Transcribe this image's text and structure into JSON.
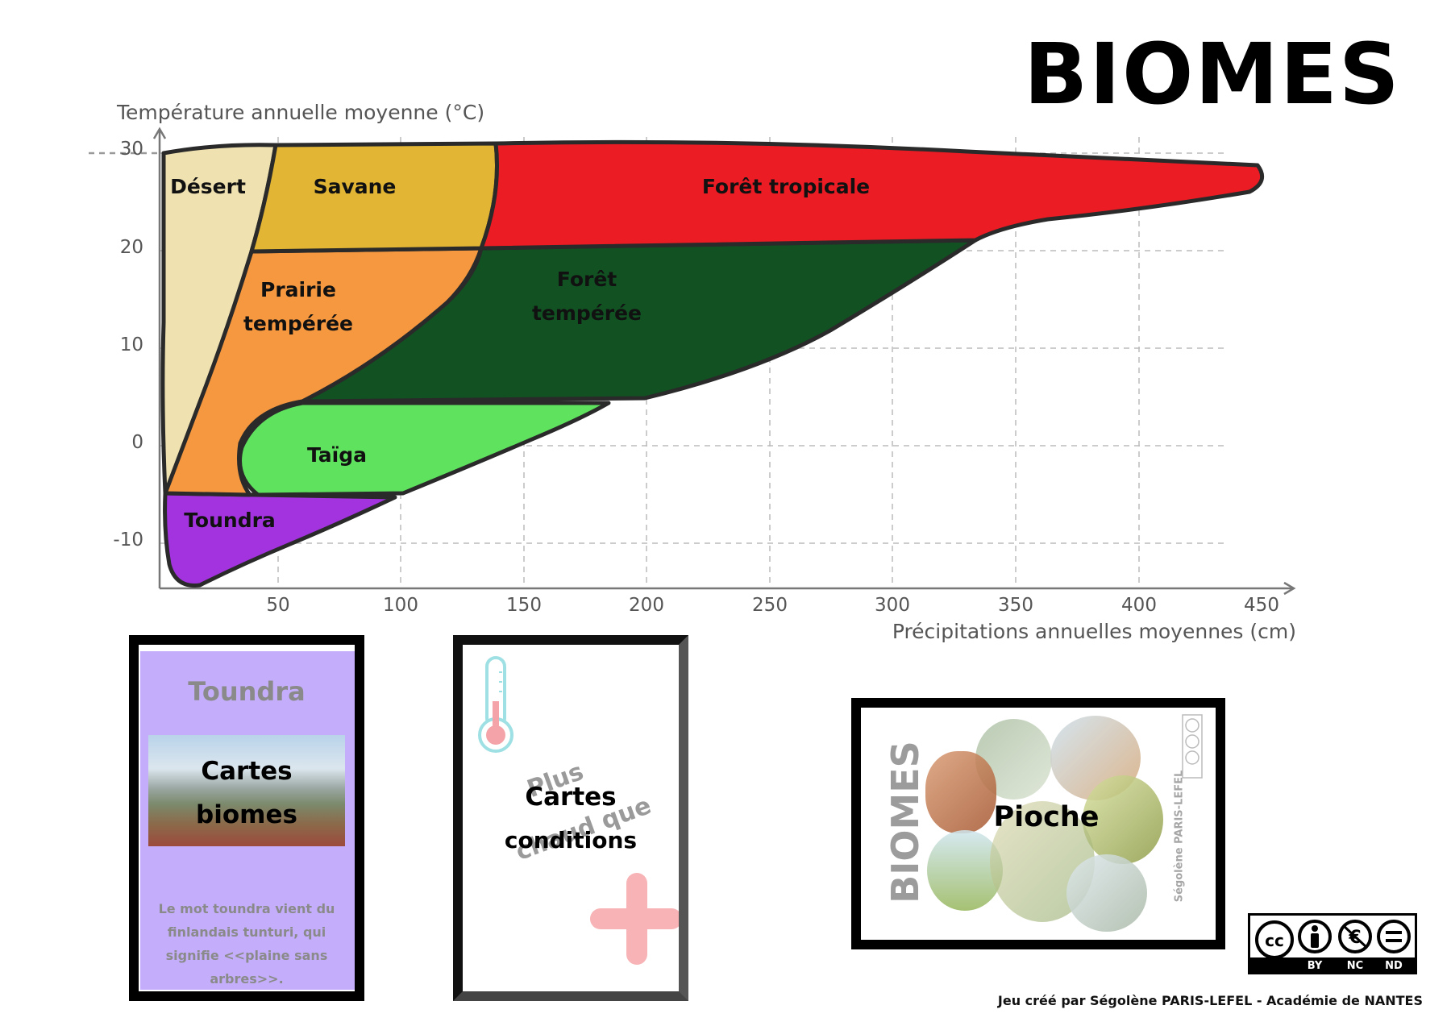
{
  "title": "BIOMES",
  "chart": {
    "y_axis_title": "Température annuelle moyenne (°C)",
    "x_axis_title": "Précipitations annuelles moyennes (cm)",
    "y_ticks": [
      "30",
      "20",
      "10",
      "0",
      "-10"
    ],
    "x_ticks": [
      "50",
      "100",
      "150",
      "200",
      "250",
      "300",
      "350",
      "400",
      "450"
    ],
    "biomes": [
      {
        "id": "desert",
        "label": "Désert",
        "color": "#F0E2B0"
      },
      {
        "id": "savane",
        "label": "Savane",
        "color": "#E2B534"
      },
      {
        "id": "foret-tropicale",
        "label": "Forêt tropicale",
        "color": "#EC1C24"
      },
      {
        "id": "prairie",
        "label": "Prairie tempérée",
        "label_lines": [
          "Prairie",
          "tempérée"
        ],
        "color": "#F6983F"
      },
      {
        "id": "foret-temperee",
        "label": "Forêt tempérée",
        "label_lines": [
          "Forêt",
          "tempérée"
        ],
        "color": "#115122"
      },
      {
        "id": "taiga",
        "label": "Taïga",
        "color": "#5FE35F"
      },
      {
        "id": "toundra",
        "label": "Toundra",
        "color": "#A233DE"
      }
    ]
  },
  "cards": {
    "biome_card": {
      "header": "Toundra",
      "title_lines": [
        "Cartes",
        "biomes"
      ],
      "description_lines": [
        "Le mot toundra vient du",
        "finlandais tunturi, qui",
        "signifie <<plaine sans",
        "arbres>>."
      ],
      "bg_color": "#C4AEFB"
    },
    "condition_card": {
      "title_lines": [
        "Cartes",
        "conditions"
      ],
      "watermark_lines": [
        "Plus",
        "chaud que"
      ],
      "thermometer_icon": "thermometer-icon",
      "plus_icon": "plus-icon"
    },
    "draw_card": {
      "side_text": "BIOMES",
      "title": "Pioche",
      "author_side": "Ségolène PARIS-LEFEL"
    }
  },
  "license": {
    "icons": [
      "cc-icon",
      "by-icon",
      "nc-icon",
      "nd-icon"
    ],
    "labels": [
      "BY",
      "NC",
      "ND"
    ]
  },
  "footer": "Jeu créé par Ségolène PARIS-LEFEL - Académie de NANTES"
}
